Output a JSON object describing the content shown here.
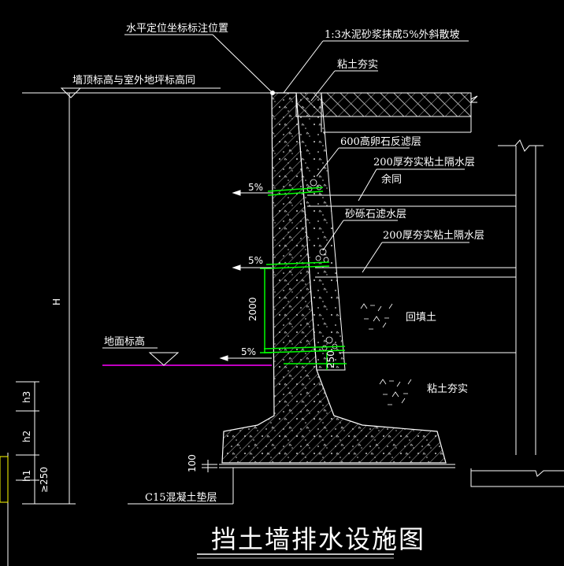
{
  "diagram": {
    "title": "挡土墙排水设施图",
    "labels": {
      "horizontal_positioning": "水平定位坐标标注位置",
      "top_slope": "1:3水泥砂浆抹成5%外斜散坡",
      "compacted_clay_top": "粘土夯实",
      "wall_top_elevation": "墙顶标高与室外地坪标高同",
      "filter_600": "600高卵石反滤层",
      "waterproof_200_a": "200厚夯实粘土隔水层",
      "same_as_above": "余同",
      "gravel_filter": "砂砾石滤水层",
      "waterproof_200_b": "200厚夯实粘土隔水层",
      "backfill": "回填土",
      "ground_elevation": "地面标高",
      "compacted_clay_bottom": "粘土夯实",
      "cushion": "C15混凝土垫层"
    },
    "dimensions": {
      "slope_1": "5%",
      "slope_2": "5%",
      "slope_3": "5%",
      "spacing": "2000",
      "d250": "250",
      "height": "H",
      "h3": "h3",
      "h2": "h2",
      "h1": "h1",
      "min250": "≥250",
      "cushion_thk": "100"
    },
    "colors": {
      "background": "#000000",
      "line": "#ffffff",
      "pipe": "#00ff00",
      "ground": "#ff00ff",
      "marker": "#ffff00"
    }
  }
}
